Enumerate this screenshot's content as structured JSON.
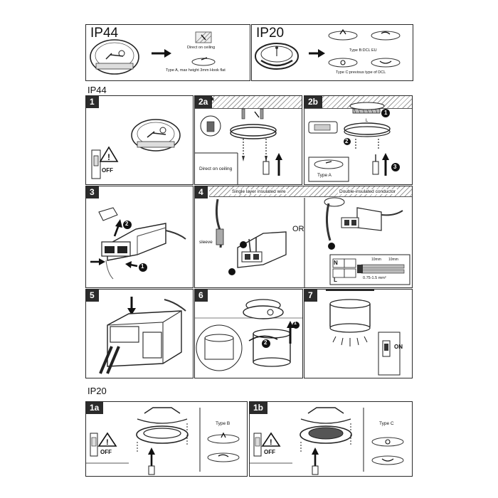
{
  "top_left": {
    "title": "IP44",
    "direct_label": "Direct on ceiling",
    "type_label": "Type A, max height 3mm Hook flat"
  },
  "top_right": {
    "title": "IP20",
    "type_b_label": "Type B:DCL EU",
    "type_c_label": "Type C:previous type of DCL"
  },
  "section_ip44": "IP44",
  "section_ip20": "IP20",
  "steps": {
    "s1": "1",
    "s2a": "2a",
    "s2a_star": "*",
    "s2a_caption": "Direct on ceiling",
    "s2b": "2b",
    "s2b_type": "Type A",
    "s2b_L": "L",
    "s3": "3",
    "s4": "4",
    "s4_caption_left": "Single layer insulated wire",
    "s4_caption_right": "Double-insulated conductor",
    "s4_or": "OR",
    "s4_sleeve": "sleeve",
    "s4_dim1": "10mm",
    "s4_dim2": "10mm",
    "s4_range": "0.75-1.5 mm²",
    "s4_N": "N",
    "s4_L": "L",
    "s5": "5",
    "s6": "6",
    "s7": "7",
    "s7_on": "ON",
    "s1a": "1a",
    "s1a_type": "Type B",
    "s1b": "1b",
    "s1b_type": "Type C",
    "off": "OFF",
    "c1": "1",
    "c2": "2",
    "c3": "3"
  }
}
